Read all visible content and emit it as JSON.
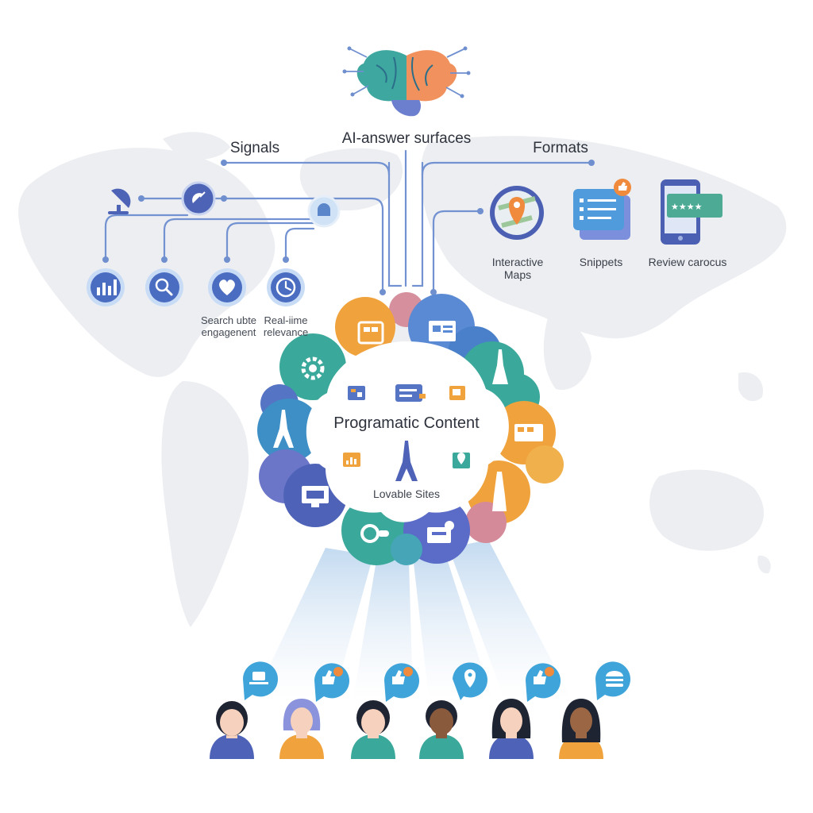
{
  "labels": {
    "ai_answer_surfaces": "AI-answer surfaces",
    "signals": "Signals",
    "formats": "Formats",
    "search_engagement": "Search ubte\nengagenent",
    "realtime_relevance": "Real-iime\nrelevance",
    "interactive_maps": "Interactive\nMaps",
    "snippets": "Snippets",
    "review_carousel": "Review carocus",
    "programmatic_content": "Programatic Content",
    "lovable_sites": "Lovable Sites"
  },
  "icons": {
    "brain": "brain-icon",
    "satellite": "satellite-dish-icon",
    "signal_nodes": [
      "satellite-signal-icon",
      "bell-signal-icon"
    ],
    "signal_circles": [
      "bar-chart-icon",
      "search-icon",
      "heart-icon",
      "clock-icon"
    ],
    "formats": [
      "map-pin-icon",
      "snippet-card-icon",
      "review-stars-phone-icon"
    ],
    "petals": [
      "layout-grid-icon",
      "browser-card-icon",
      "tower-icon",
      "dashboard-icon",
      "eiffel-tower-icon",
      "gear-icon",
      "eiffel-tower-icon",
      "monitor-icon",
      "toggle-icon",
      "storefront-icon"
    ],
    "inner": [
      "grid-card-icon",
      "list-card-icon",
      "coffee-card-icon",
      "eiffel-tower-icon",
      "chart-card-icon",
      "location-card-icon"
    ],
    "bubbles": [
      "coffee-cup-icon",
      "thumbs-up-icon",
      "thumbs-up-icon",
      "location-pin-icon",
      "thumbs-up-icon",
      "burger-icon"
    ],
    "people": [
      "person-icon",
      "person-icon",
      "person-icon",
      "person-icon",
      "person-icon",
      "person-icon"
    ]
  },
  "colors": {
    "line": "#6f8fcf",
    "navy": "#4a5fb5",
    "teal": "#3aa89a",
    "orange": "#f0a23c",
    "indigo": "#5a6cc7",
    "blue": "#5e8fd6",
    "rose": "#d58a9a",
    "map_gray": "#e9ecf0",
    "bubble": "#3ea4d9"
  }
}
